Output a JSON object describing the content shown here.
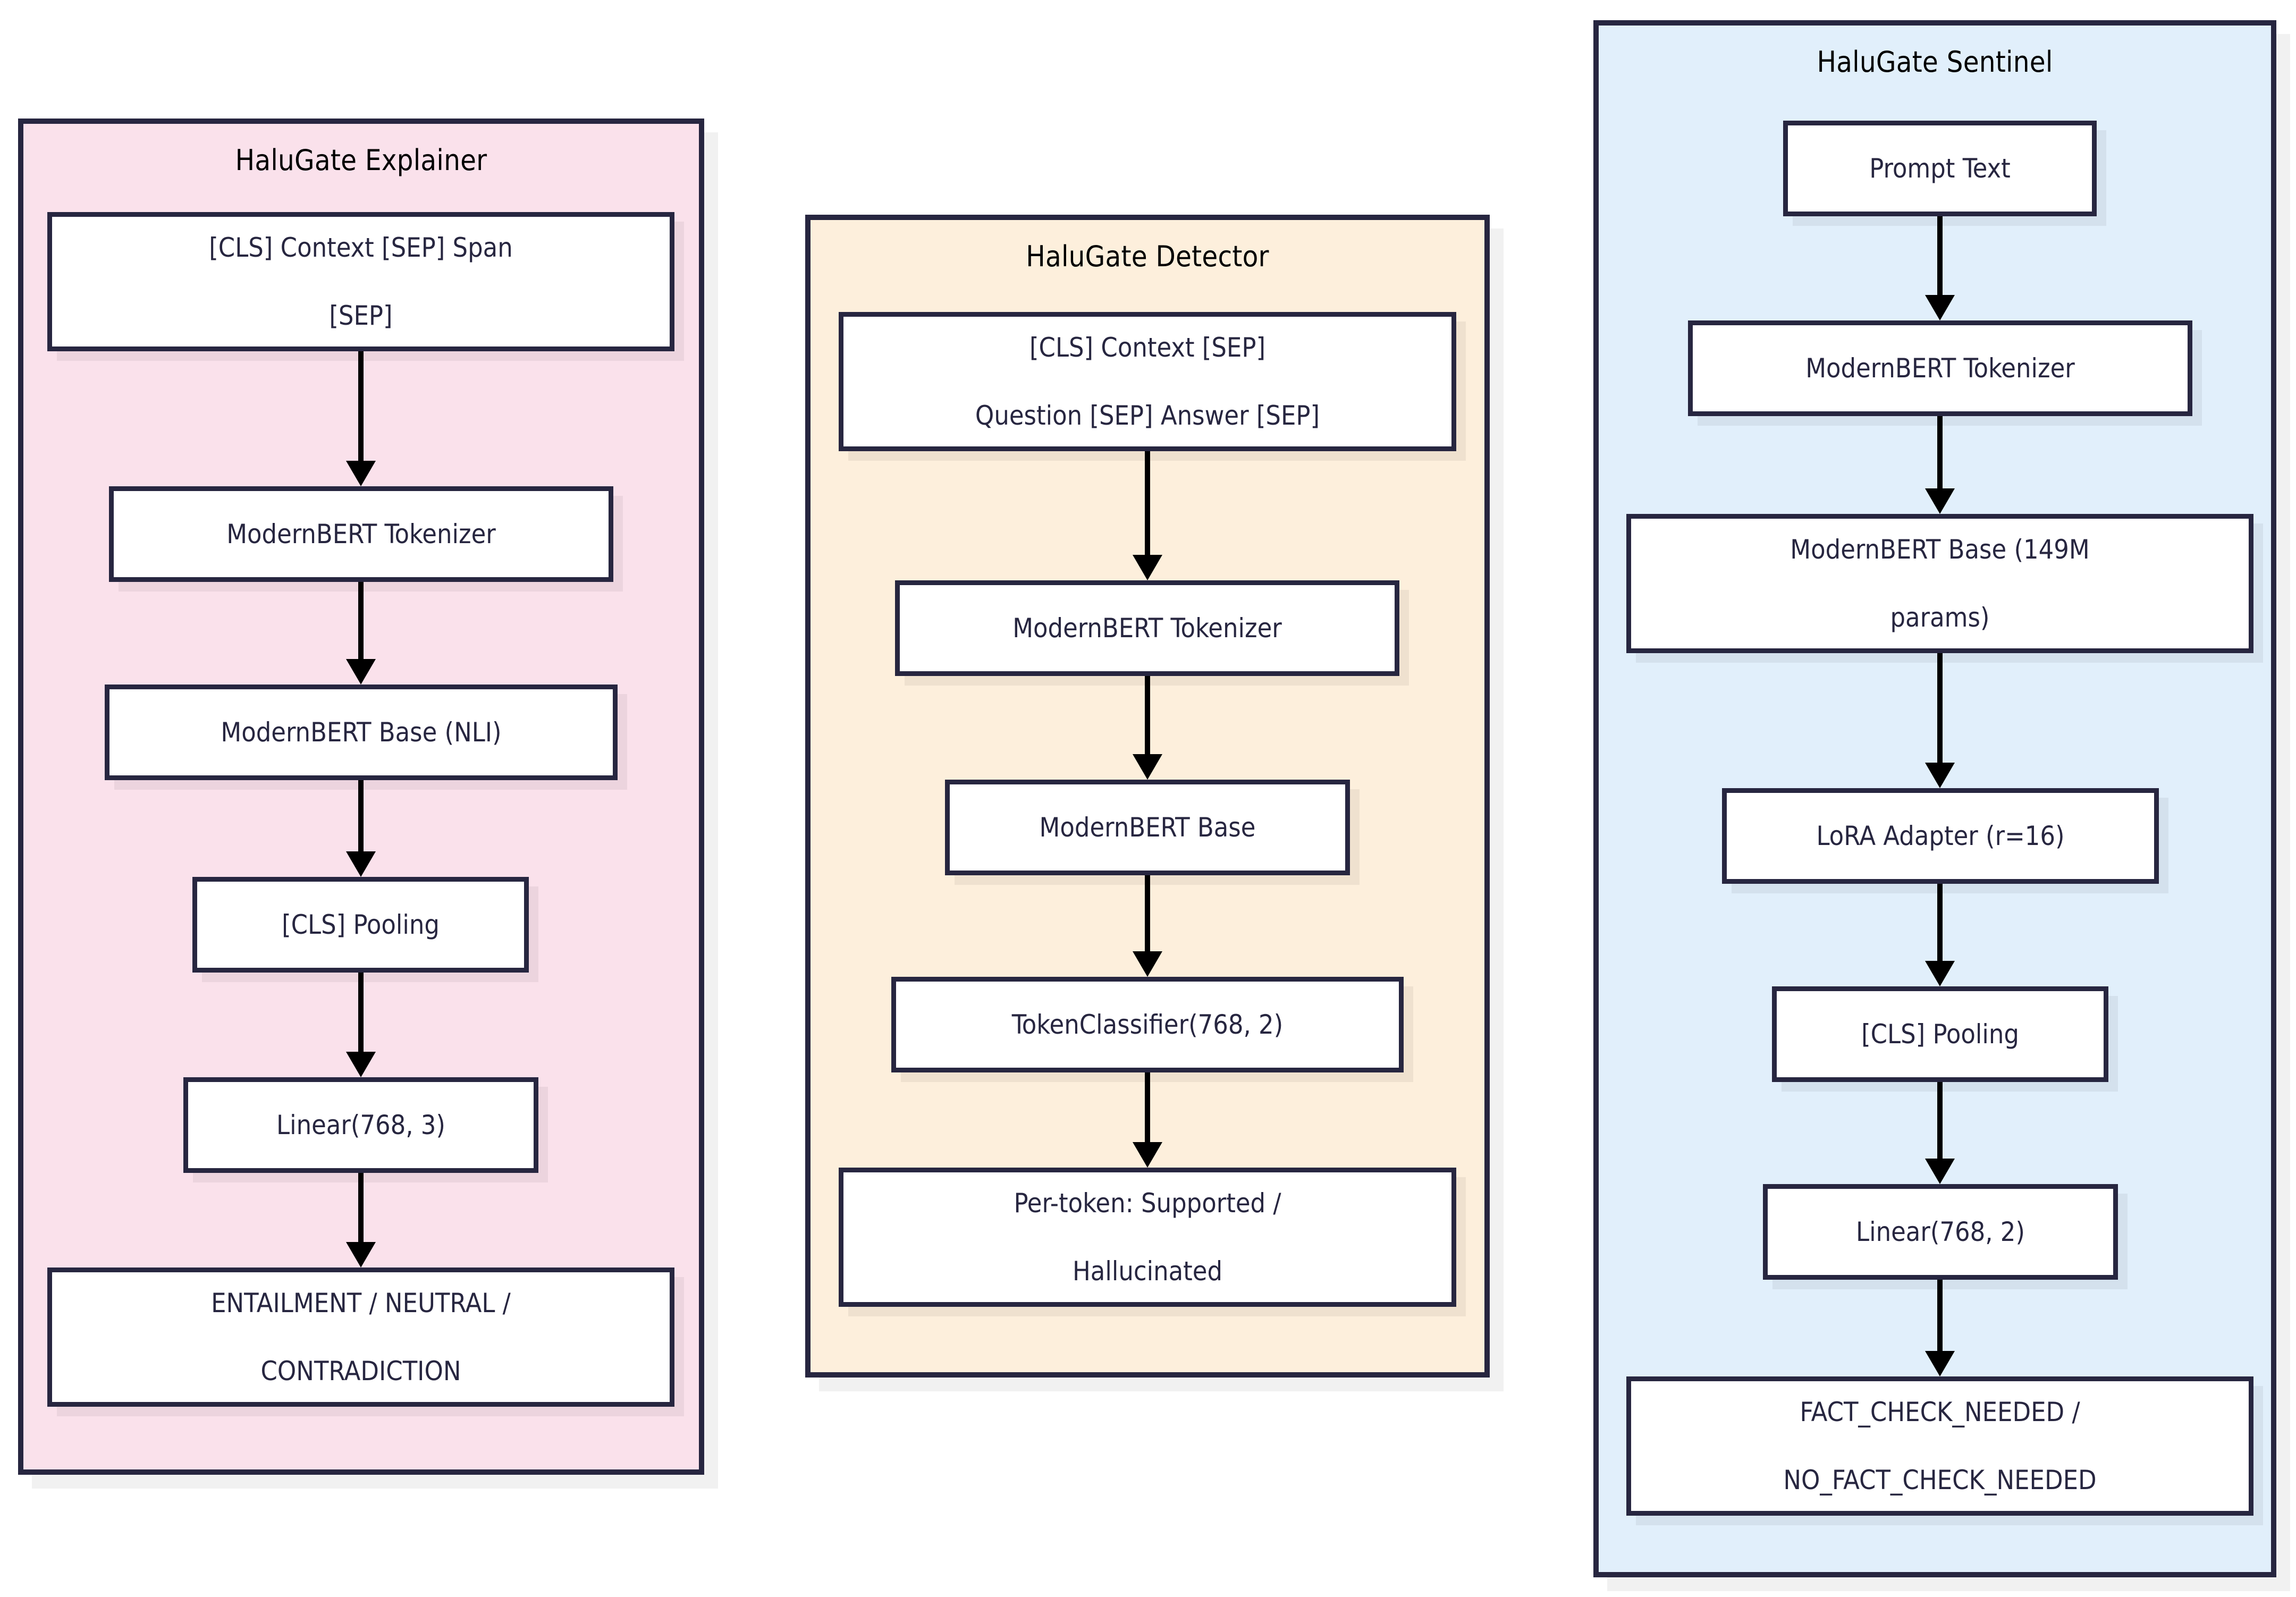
{
  "diagram": {
    "title_color": "#000000",
    "node_border_color": "#272640",
    "node_fill_color": "#ffffff",
    "arrow_color": "#000000",
    "background": "#ffffff"
  },
  "panels": [
    {
      "id": "explainer",
      "title": "HaluGate Explainer",
      "fill": "#fae1eb",
      "nodes": [
        {
          "id": "exp-input",
          "lines": [
            "[CLS] Context [SEP] Span",
            "[SEP]"
          ]
        },
        {
          "id": "exp-tokenizer",
          "lines": [
            "ModernBERT Tokenizer"
          ]
        },
        {
          "id": "exp-base",
          "lines": [
            "ModernBERT Base (NLI)"
          ]
        },
        {
          "id": "exp-pooling",
          "lines": [
            "[CLS] Pooling"
          ]
        },
        {
          "id": "exp-linear",
          "lines": [
            "Linear(768, 3)"
          ]
        },
        {
          "id": "exp-output",
          "lines": [
            "ENTAILMENT / NEUTRAL /",
            "CONTRADICTION"
          ]
        }
      ]
    },
    {
      "id": "detector",
      "title": "HaluGate Detector",
      "fill": "#fdefdc",
      "nodes": [
        {
          "id": "det-input",
          "lines": [
            "[CLS] Context [SEP]",
            "Question [SEP] Answer [SEP]"
          ]
        },
        {
          "id": "det-tokenizer",
          "lines": [
            "ModernBERT Tokenizer"
          ]
        },
        {
          "id": "det-base",
          "lines": [
            "ModernBERT Base"
          ]
        },
        {
          "id": "det-classifier",
          "lines": [
            "TokenClassifier(768, 2)"
          ]
        },
        {
          "id": "det-output",
          "lines": [
            "Per-token: Supported /",
            "Hallucinated"
          ]
        }
      ]
    },
    {
      "id": "sentinel",
      "title": "HaluGate Sentinel",
      "fill": "#e1effb",
      "nodes": [
        {
          "id": "sen-prompt",
          "lines": [
            "Prompt Text"
          ]
        },
        {
          "id": "sen-tokenizer",
          "lines": [
            "ModernBERT Tokenizer"
          ]
        },
        {
          "id": "sen-base",
          "lines": [
            "ModernBERT Base (149M",
            "params)"
          ]
        },
        {
          "id": "sen-lora",
          "lines": [
            "LoRA Adapter (r=16)"
          ]
        },
        {
          "id": "sen-pooling",
          "lines": [
            "[CLS] Pooling"
          ]
        },
        {
          "id": "sen-linear",
          "lines": [
            "Linear(768, 2)"
          ]
        },
        {
          "id": "sen-output",
          "lines": [
            "FACT_CHECK_NEEDED /",
            "NO_FACT_CHECK_NEEDED"
          ]
        }
      ]
    }
  ]
}
